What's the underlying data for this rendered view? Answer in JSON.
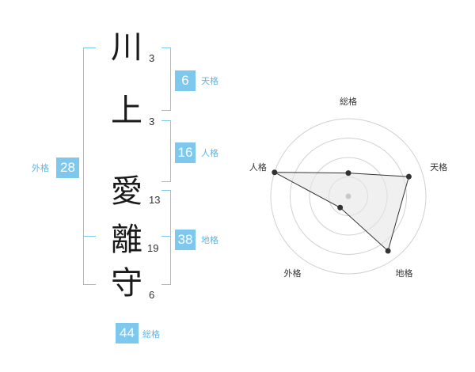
{
  "name": {
    "chars": [
      {
        "char": "川",
        "strokes": "3"
      },
      {
        "char": "上",
        "strokes": "3"
      },
      {
        "char": "愛",
        "strokes": "13"
      },
      {
        "char": "離",
        "strokes": "19"
      },
      {
        "char": "守",
        "strokes": "6"
      }
    ]
  },
  "fortune": {
    "tenkaku": {
      "value": "6",
      "label": "天格"
    },
    "jinkaku": {
      "value": "16",
      "label": "人格"
    },
    "chikaku": {
      "value": "38",
      "label": "地格"
    },
    "gaikaku": {
      "value": "28",
      "label": "外格"
    },
    "soukaku": {
      "value": "44",
      "label": "総格"
    }
  },
  "colors": {
    "accent": "#7ec8ee",
    "label": "#5bb6e6",
    "radar_fill": "#e6e6e6",
    "radar_line": "#333333",
    "ring": "#d0d0d0"
  },
  "chart_data": {
    "type": "radar",
    "axes": [
      "総格",
      "天格",
      "地格",
      "外格",
      "人格"
    ],
    "values": [
      0.3,
      0.82,
      0.87,
      0.18,
      1.0
    ],
    "range": [
      0,
      1
    ],
    "rings": 4
  }
}
